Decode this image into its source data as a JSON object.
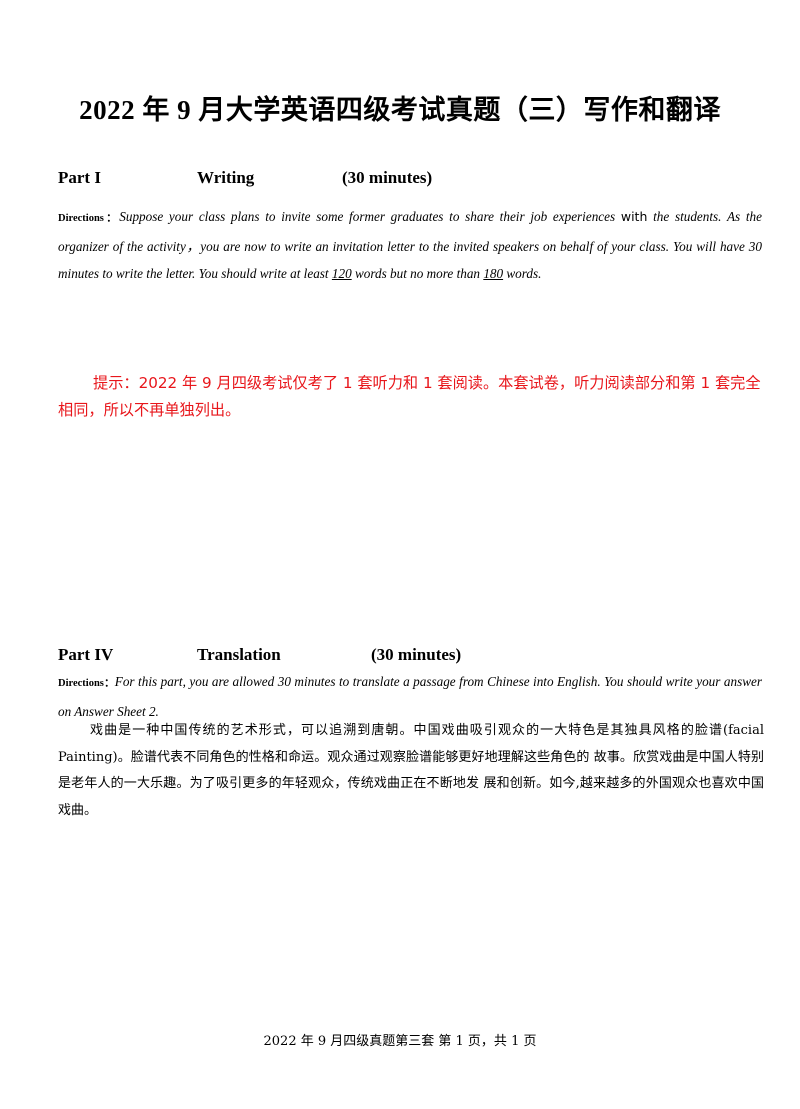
{
  "title": "2022 年 9 月大学英语四级考试真题（三）写作和翻译",
  "part1": {
    "label": "Part I",
    "name": "Writing",
    "time": "(30 minutes)",
    "directions_label": "Directions：",
    "directions_a": "Suppose your class plans to invite some former graduates to share their job experiences ",
    "directions_with": "with",
    "directions_b": " the students. As the organizer of the activity，you are now to write an invitation letter to the invited speakers on behalf of your class. You will have 30 minutes to write the letter. You should write at least ",
    "min_words": "120",
    "directions_c": " words but no more than ",
    "max_words": "180",
    "directions_d": " words."
  },
  "notice": "提示：2022 年 9 月四级考试仅考了 1 套听力和 1 套阅读。本套试卷，听力阅读部分和第 1 套完全相同，所以不再单独列出。",
  "part4": {
    "label": "Part IV",
    "name": "Translation",
    "time": "(30 minutes)",
    "directions_label": "Directions：",
    "directions_text": "For this part, you are allowed 30 minutes to translate a passage from Chinese into English. You should write your answer on Answer Sheet 2.",
    "passage": "戏曲是一种中国传统的艺术形式，可以追溯到唐朝。中国戏曲吸引观众的一大特色是其独具风格的脸谱(facial Painting)。脸谱代表不同角色的性格和命运。观众通过观察脸谱能够更好地理解这些角色的 故事。欣赏戏曲是中国人特别是老年人的一大乐趣。为了吸引更多的年轻观众，传统戏曲正在不断地发 展和创新。如今,越来越多的外国观众也喜欢中国戏曲。"
  },
  "footer": "2022 年 9 月四级真题第三套 第 1 页，共 1 页",
  "colors": {
    "notice": "#e8161b",
    "text": "#000000"
  }
}
